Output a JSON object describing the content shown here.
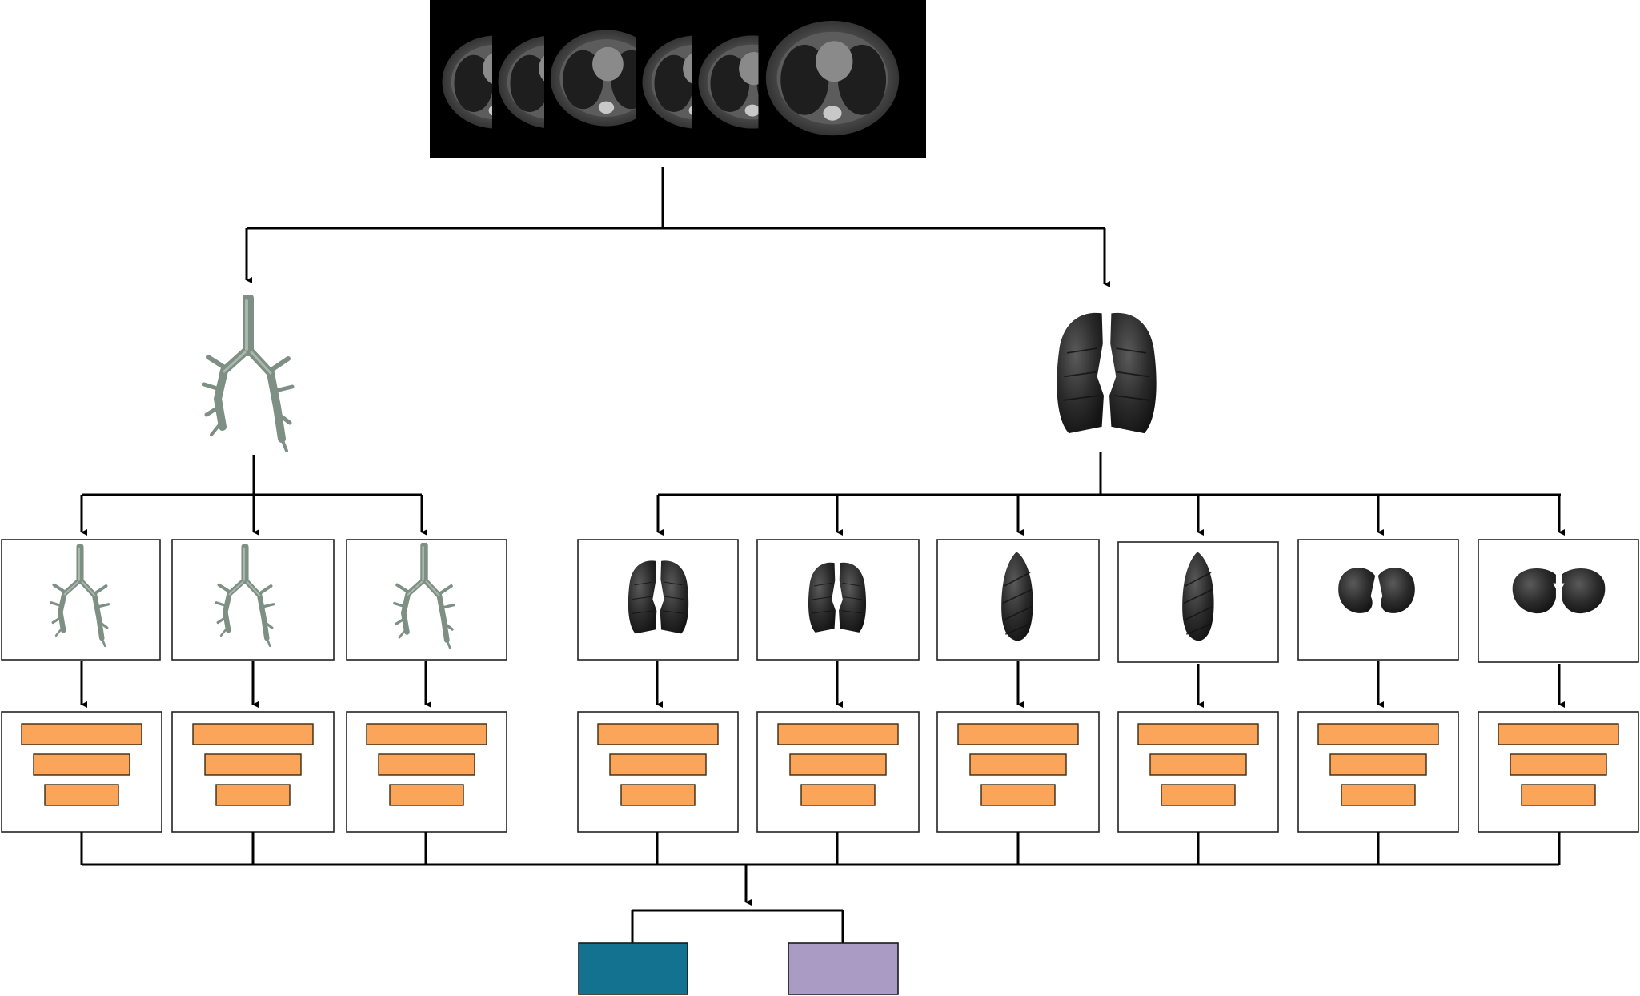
{
  "diagram": {
    "colors": {
      "feature_bar": "#fba55b",
      "output_left": "#13728f",
      "output_right": "#a99bc3",
      "ct_background": "#000000",
      "airway": "#8fa295",
      "lung": "#2d2d2d"
    },
    "nodes": {
      "ct_stack": {
        "kind": "image",
        "icon": "ct-slice-stack-icon"
      },
      "airway_tree": {
        "kind": "image",
        "icon": "airway-tree-icon"
      },
      "lung_volume": {
        "kind": "image",
        "icon": "lung-volume-icon"
      },
      "airway_views": [
        {
          "icon": "airway-tree-icon"
        },
        {
          "icon": "airway-tree-icon"
        },
        {
          "icon": "airway-tree-icon"
        }
      ],
      "lung_views": [
        {
          "icon": "lung-front-icon"
        },
        {
          "icon": "lung-back-icon"
        },
        {
          "icon": "lung-left-side-icon"
        },
        {
          "icon": "lung-right-side-icon"
        },
        {
          "icon": "lung-top-icon"
        },
        {
          "icon": "lung-bottom-icon"
        }
      ],
      "feature_extractors": {
        "count": 9,
        "bars_per_block": 3,
        "icon": "funnel-network-icon"
      },
      "outputs": [
        {
          "icon": "output-block-teal"
        },
        {
          "icon": "output-block-purple"
        }
      ]
    }
  }
}
